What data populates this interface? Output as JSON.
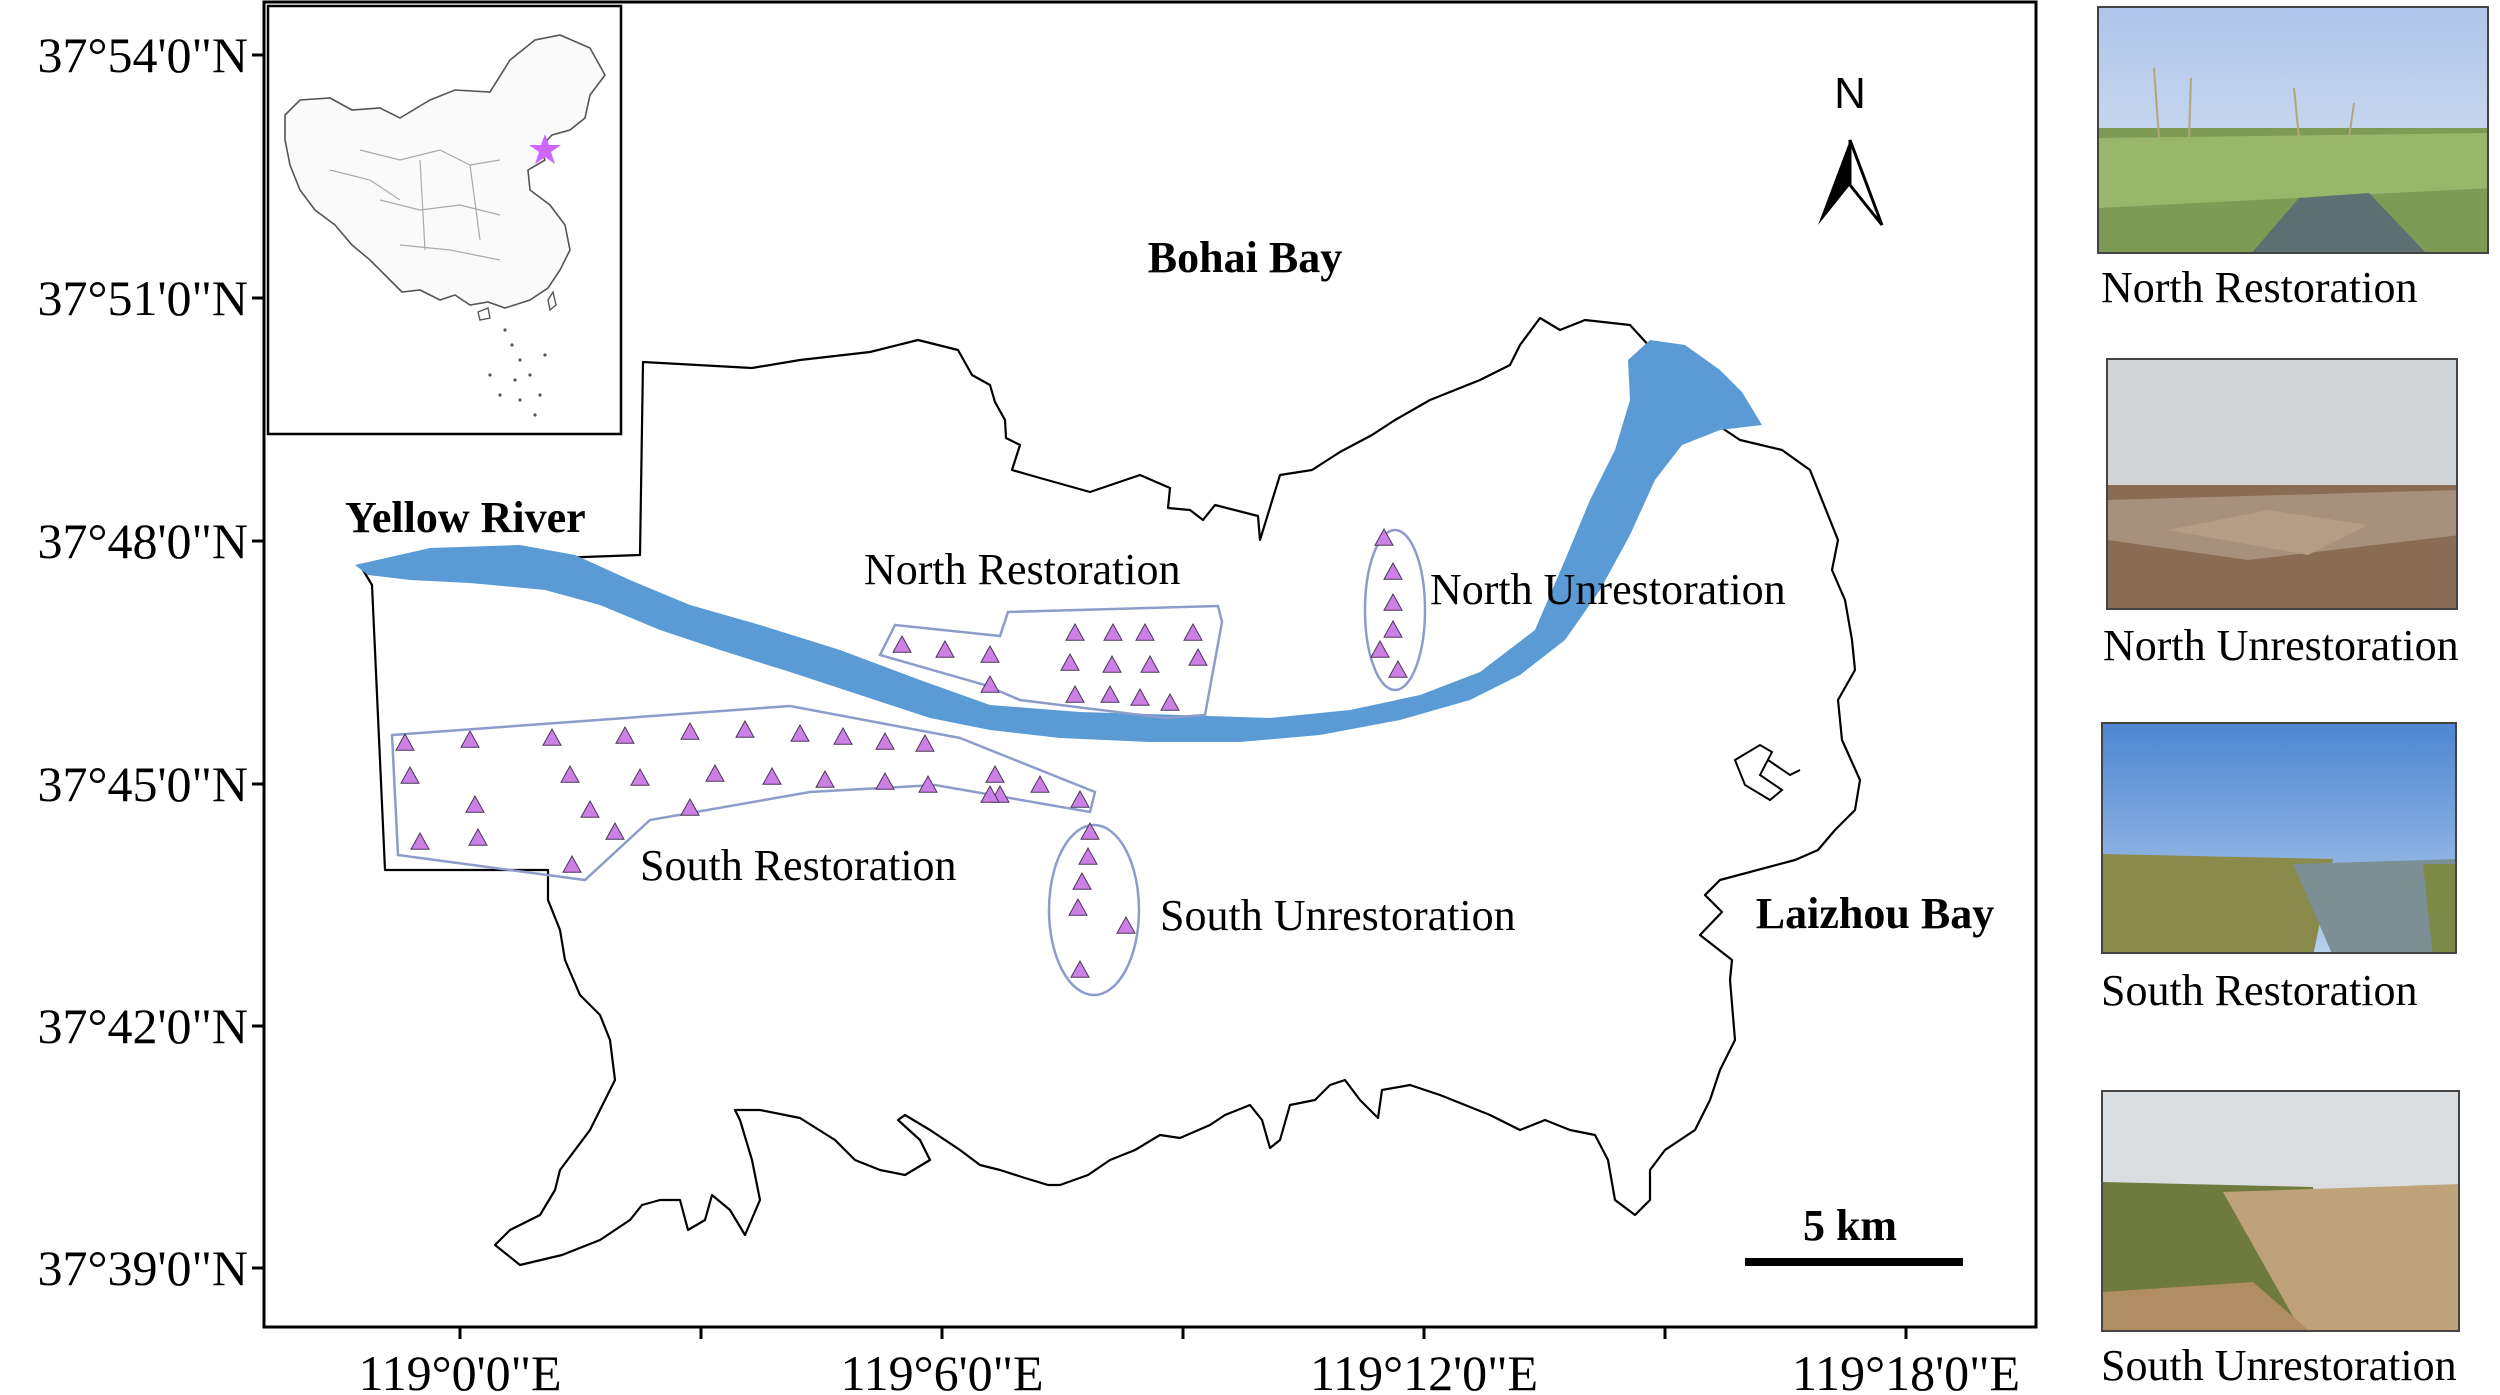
{
  "latitude_labels": [
    "37°54'0\"N",
    "37°51'0\"N",
    "37°48'0\"N",
    "37°45'0\"N",
    "37°42'0\"N",
    "37°39'0\"N"
  ],
  "longitude_labels": [
    "119°0'0\"E",
    "119°6'0\"E",
    "119°12'0\"E",
    "119°18'0\"E"
  ],
  "places": {
    "bohai_bay": "Bohai Bay",
    "laizhou_bay": "Laizhou Bay",
    "yellow_river": "Yellow River",
    "north_restoration": "North Restoration",
    "north_unrestoration": "North Unrestoration",
    "south_restoration": "South Restoration",
    "south_unrestoration": "South Unrestoration"
  },
  "north_arrow": "N",
  "scale_bar": "5 km",
  "photos": [
    {
      "caption": "North Restoration",
      "scene": "reeds-channel"
    },
    {
      "caption": "North Unrestoration",
      "scene": "mudflat"
    },
    {
      "caption": "South Restoration",
      "scene": "reed-river"
    },
    {
      "caption": "South Unrestoration",
      "scene": "reed-bank"
    }
  ],
  "colors": {
    "river": "#5b9bd5",
    "site_marker": "#cc80e6",
    "site_outline": "#8e9ccb",
    "inset_star": "#cc66ff"
  }
}
